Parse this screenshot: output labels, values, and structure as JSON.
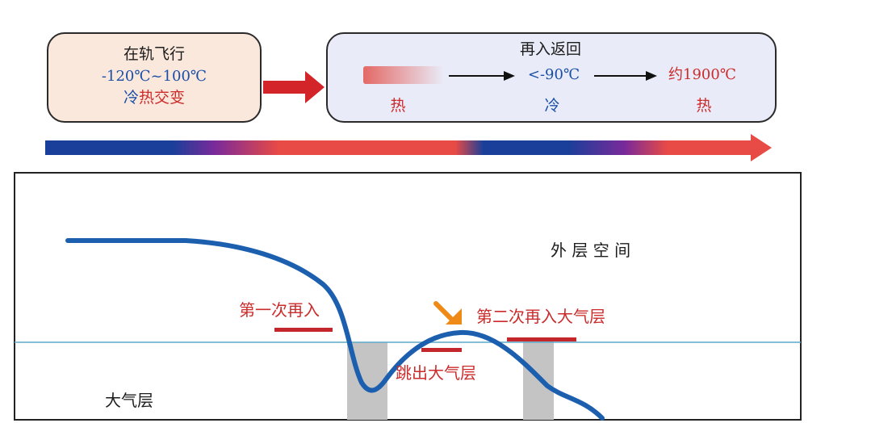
{
  "orbit": {
    "title": "在轨飞行",
    "temp_range": "-120℃~100℃",
    "cycle_cold": "冷",
    "cycle_rest": "热交变"
  },
  "reentry": {
    "title": "再入返回",
    "stage1_label": "热",
    "stage2_temp": "<-90℃",
    "stage2_label": "冷",
    "stage3_temp": "约1900℃",
    "stage3_label": "热"
  },
  "trajectory": {
    "outer_space": "外 层 空 间",
    "atmosphere": "大气层",
    "first_reentry": "第一次再入",
    "skip_out": "跳出大气层",
    "second_reentry": "第二次再入大气层"
  },
  "colors": {
    "hot": "#d9302c",
    "cold": "#1a4fa8",
    "trajectory": "#1c5fae",
    "marker": "#c3272b",
    "indicator_arrow": "#f08a17",
    "atmosphere_line": "#5fa8c9",
    "blackout_band": "#c4c4c4"
  }
}
